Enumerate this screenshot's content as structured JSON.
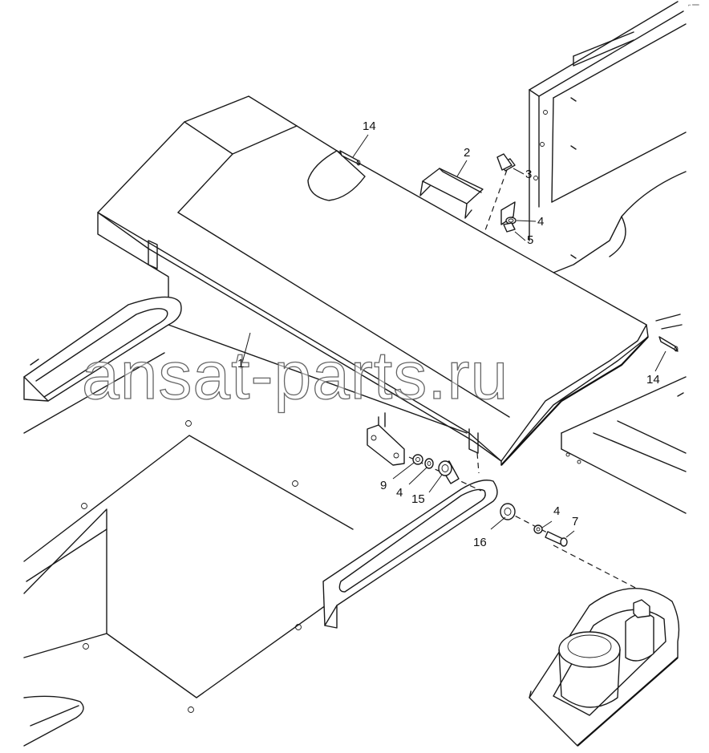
{
  "diagram": {
    "callouts": [
      {
        "id": "c14a",
        "label": "14"
      },
      {
        "id": "c2",
        "label": "2"
      },
      {
        "id": "c3",
        "label": "3"
      },
      {
        "id": "c4a",
        "label": "4"
      },
      {
        "id": "c5",
        "label": "5"
      },
      {
        "id": "c1",
        "label": "1"
      },
      {
        "id": "c14b",
        "label": "14"
      },
      {
        "id": "c9",
        "label": "9"
      },
      {
        "id": "c4b",
        "label": "4"
      },
      {
        "id": "c15",
        "label": "15"
      },
      {
        "id": "c4c",
        "label": "4"
      },
      {
        "id": "c7",
        "label": "7"
      },
      {
        "id": "c16",
        "label": "16"
      }
    ],
    "watermark": "ansat-parts.ru",
    "corner_mark": "⌐ ══"
  },
  "colors": {
    "line": "#1a1a1a",
    "background": "#ffffff",
    "watermark_stroke": "#666666"
  }
}
